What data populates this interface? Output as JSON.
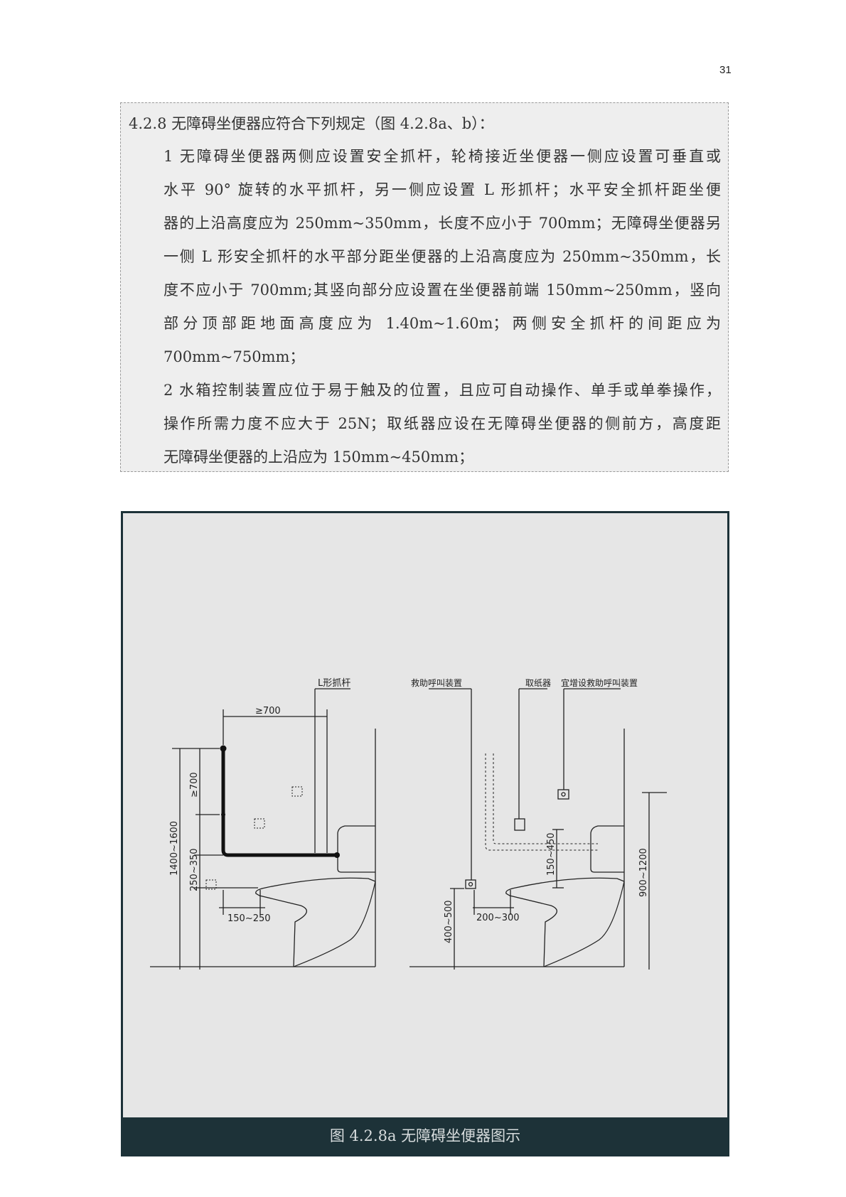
{
  "page_number": "31",
  "clause": {
    "heading": "4.2.8 无障碍坐便器应符合下列规定（图 4.2.8a、b）：",
    "lines": [
      "1  无障碍坐便器两侧应设置安全抓杆，轮椅接近坐便器一侧应设置可垂直或",
      "水平 90° 旋转的水平抓杆，另一侧应设置 L 形抓杆；水平安全抓杆距坐便",
      "器的上沿高度应为 250mm~350mm，长度不应小于 700mm；无障碍坐便器另",
      "一侧 L 形安全抓杆的水平部分距坐便器的上沿高度应为 250mm~350mm，长",
      "度不应小于 700mm;其竖向部分应设置在坐便器前端 150mm~250mm，竖向",
      "部分顶部距地面高度应为  1.40m~1.60m；两侧安全抓杆的间距应为",
      "700mm~750mm；",
      "2  水箱控制装置应位于易于触及的位置，且应可自动操作、单手或单拳操作，",
      "操作所需力度不应大于 25N；取纸器应设在无障碍坐便器的侧前方，高度距",
      "无障碍坐便器的上沿应为 150mm~450mm；"
    ]
  },
  "figure": {
    "left": {
      "label_grab_bar": "L形抓杆",
      "dim_length": "≥700",
      "dim_vertical": "≥700",
      "dim_total_height": "1400~1600",
      "dim_bar_height": "250~350",
      "dim_front": "150~250",
      "icon": "S"
    },
    "right": {
      "label_call_device": "救助呼叫装置",
      "label_paper": "取纸器",
      "label_extra_call": "宜增设救助呼叫装置",
      "dim_call_height": "400~500",
      "dim_front": "200~300",
      "dim_paper_height": "150~450",
      "dim_extra_height": "900~1200"
    },
    "caption": "图 4.2.8a  无障碍坐便器图示"
  },
  "colors": {
    "figure_frame": "#1d3238",
    "figure_bg": "#e6e6e6",
    "text_box_bg": "#eeeeee"
  }
}
